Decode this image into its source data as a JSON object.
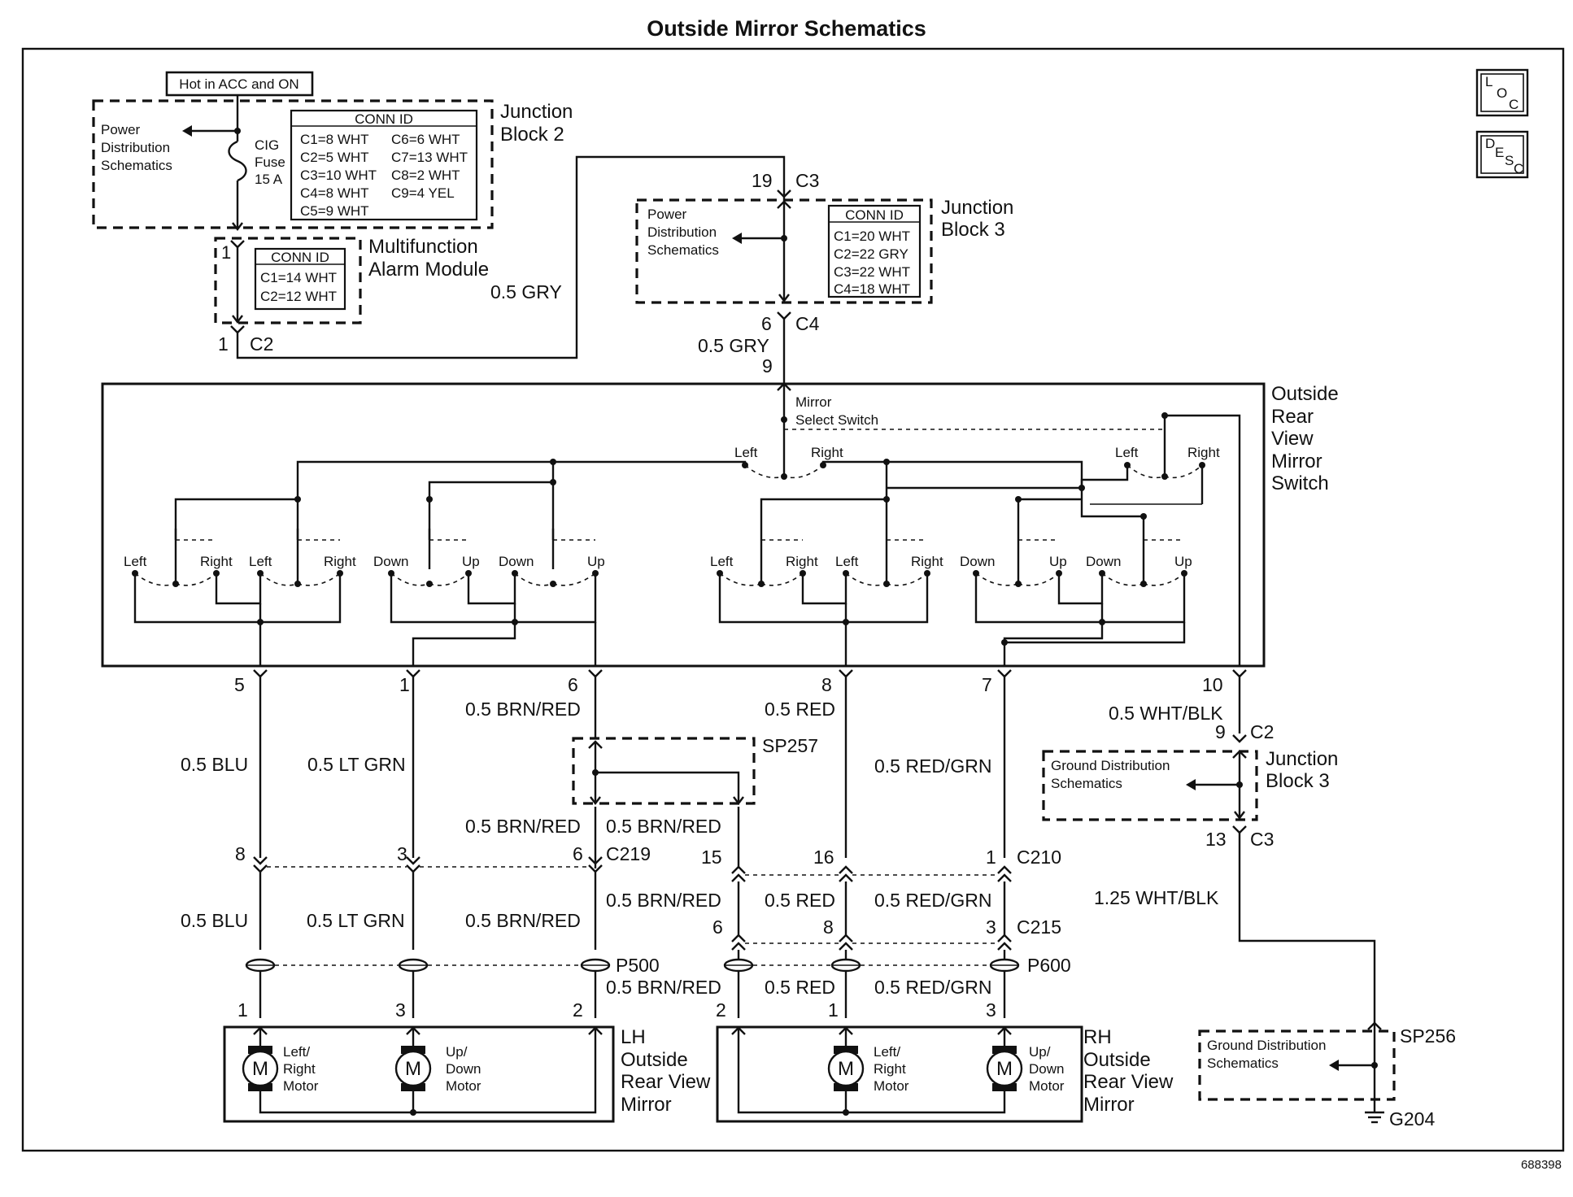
{
  "title": "Outside Mirror Schematics",
  "figure_id": "688398",
  "icons": {
    "loc": [
      "L",
      "O",
      "C"
    ],
    "desc": [
      "D",
      "E",
      "S",
      "C"
    ]
  },
  "hot_label": "Hot in ACC and ON",
  "jb2": {
    "name": [
      "Junction",
      "Block 2"
    ],
    "pds": [
      "Power",
      "Distribution",
      "Schematics"
    ],
    "fuse": [
      "CIG",
      "Fuse",
      "15 A"
    ],
    "conn_title": "CONN ID",
    "conn_left": [
      "C1=8 WHT",
      "C2=5 WHT",
      "C3=10 WHT",
      "C4=8 WHT",
      "C5=9 WHT"
    ],
    "conn_right": [
      "C6=6 WHT",
      "C7=13 WHT",
      "C8=2 WHT",
      "C9=4 YEL"
    ]
  },
  "mam": {
    "name": [
      "Multifunction",
      "Alarm Module"
    ],
    "conn_title": "CONN ID",
    "conn": [
      "C1=14 WHT",
      "C2=12 WHT"
    ],
    "pin_top": "1",
    "pin": "1",
    "connector": "C2"
  },
  "wire_gry": "0.5 GRY",
  "jb3_top": {
    "name": [
      "Junction",
      "Block 3"
    ],
    "pds": [
      "Power",
      "Distribution",
      "Schematics"
    ],
    "conn_title": "CONN ID",
    "conn": [
      "C1=20 WHT",
      "C2=22 GRY",
      "C3=22 WHT",
      "C4=18 WHT"
    ],
    "pin_in": "19",
    "conn_in": "C3",
    "pin_out": "6",
    "conn_out": "C4",
    "switch_pin": "9"
  },
  "switch": {
    "name": [
      "Outside",
      "Rear",
      "View",
      "Mirror",
      "Switch"
    ],
    "select": [
      "Mirror",
      "Select Switch"
    ],
    "sel_left": "Left",
    "sel_right": "Right",
    "labels_left": [
      "Left",
      "Right",
      "Left",
      "Right",
      "Down",
      "Up",
      "Down",
      "Up"
    ],
    "labels_right": [
      "Left",
      "Right",
      "Left",
      "Right",
      "Down",
      "Up",
      "Down",
      "Up"
    ],
    "pins": [
      "5",
      "1",
      "6",
      "8",
      "7",
      "10"
    ]
  },
  "wires_upper": [
    "0.5 BLU",
    "0.5 LT GRN",
    "0.5 BRN/RED",
    "0.5 RED",
    "0.5 RED/GRN",
    "0.5 WHT/BLK"
  ],
  "sp257": "SP257",
  "sp257_out": [
    "0.5 BRN/RED",
    "0.5 BRN/RED"
  ],
  "c219": {
    "pins": [
      "8",
      "3",
      "6"
    ],
    "name": "C219"
  },
  "c210": {
    "pins": [
      "15",
      "16",
      "1"
    ],
    "name": "C210"
  },
  "wires_mid_left": [
    "0.5 BLU",
    "0.5 LT GRN",
    "0.5 BRN/RED"
  ],
  "wires_mid_right": [
    "0.5 BRN/RED",
    "0.5 RED",
    "0.5 RED/GRN"
  ],
  "c215": {
    "pins": [
      "6",
      "8",
      "3"
    ],
    "name": "C215"
  },
  "p500": "P500",
  "p600": "P600",
  "wires_low_right": [
    "0.5 BRN/RED",
    "0.5 RED",
    "0.5 RED/GRN"
  ],
  "lh": {
    "pins": [
      "1",
      "3",
      "2"
    ],
    "name": [
      "LH",
      "Outside",
      "Rear View",
      "Mirror"
    ],
    "motor1": [
      "Left/",
      "Right",
      "Motor"
    ],
    "motor2": [
      "Up/",
      "Down",
      "Motor"
    ],
    "m": "M"
  },
  "rh": {
    "pins": [
      "2",
      "1",
      "3"
    ],
    "name": [
      "RH",
      "Outside",
      "Rear View",
      "Mirror"
    ],
    "motor1": [
      "Left/",
      "Right",
      "Motor"
    ],
    "motor2": [
      "Up/",
      "Down",
      "Motor"
    ],
    "m": "M"
  },
  "jb3_ground": {
    "pin_in": "9",
    "conn_in": "C2",
    "name": [
      "Junction",
      "Block 3"
    ],
    "gds": [
      "Ground Distribution",
      "Schematics"
    ],
    "pin_out": "13",
    "conn_out": "C3"
  },
  "wire_ground": "1.25 WHT/BLK",
  "sp256": {
    "name": "SP256",
    "gds": [
      "Ground Distribution",
      "Schematics"
    ],
    "ground": "G204"
  }
}
